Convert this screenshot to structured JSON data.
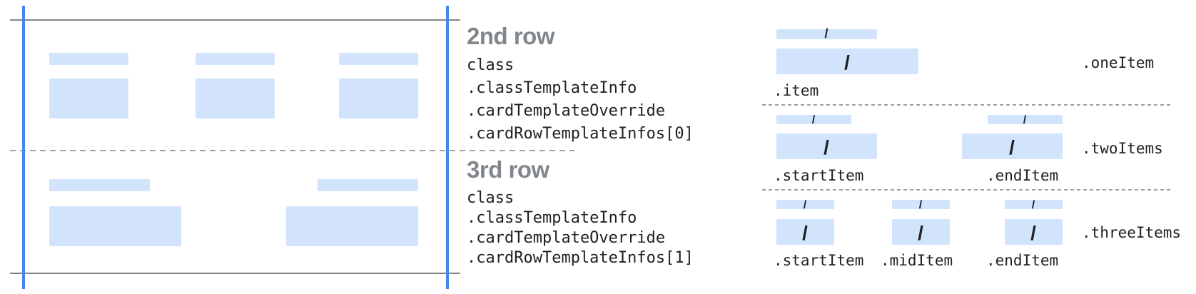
{
  "rows": [
    {
      "title": "2nd row",
      "path": [
        "class",
        ".classTemplateInfo",
        ".cardTemplateOverride",
        ".cardRowTemplateInfos[0]"
      ]
    },
    {
      "title": "3rd row",
      "path": [
        "class",
        ".classTemplateInfo",
        ".cardTemplateOverride",
        ".cardRowTemplateInfos[1]"
      ]
    }
  ],
  "layouts": [
    {
      "name": ".oneItem",
      "items": [
        ".item"
      ]
    },
    {
      "name": ".twoItems",
      "items": [
        ".startItem",
        ".endItem"
      ]
    },
    {
      "name": ".threeItems",
      "items": [
        ".startItem",
        ".midItem",
        ".endItem"
      ]
    }
  ],
  "slot_separator": "/",
  "colors": {
    "frame_line": "#80868b",
    "edge_line": "#4a86e8",
    "placeholder": "#d2e3fc",
    "divider": "#9aa0a6",
    "text": "#202124",
    "title": "#80868b"
  }
}
